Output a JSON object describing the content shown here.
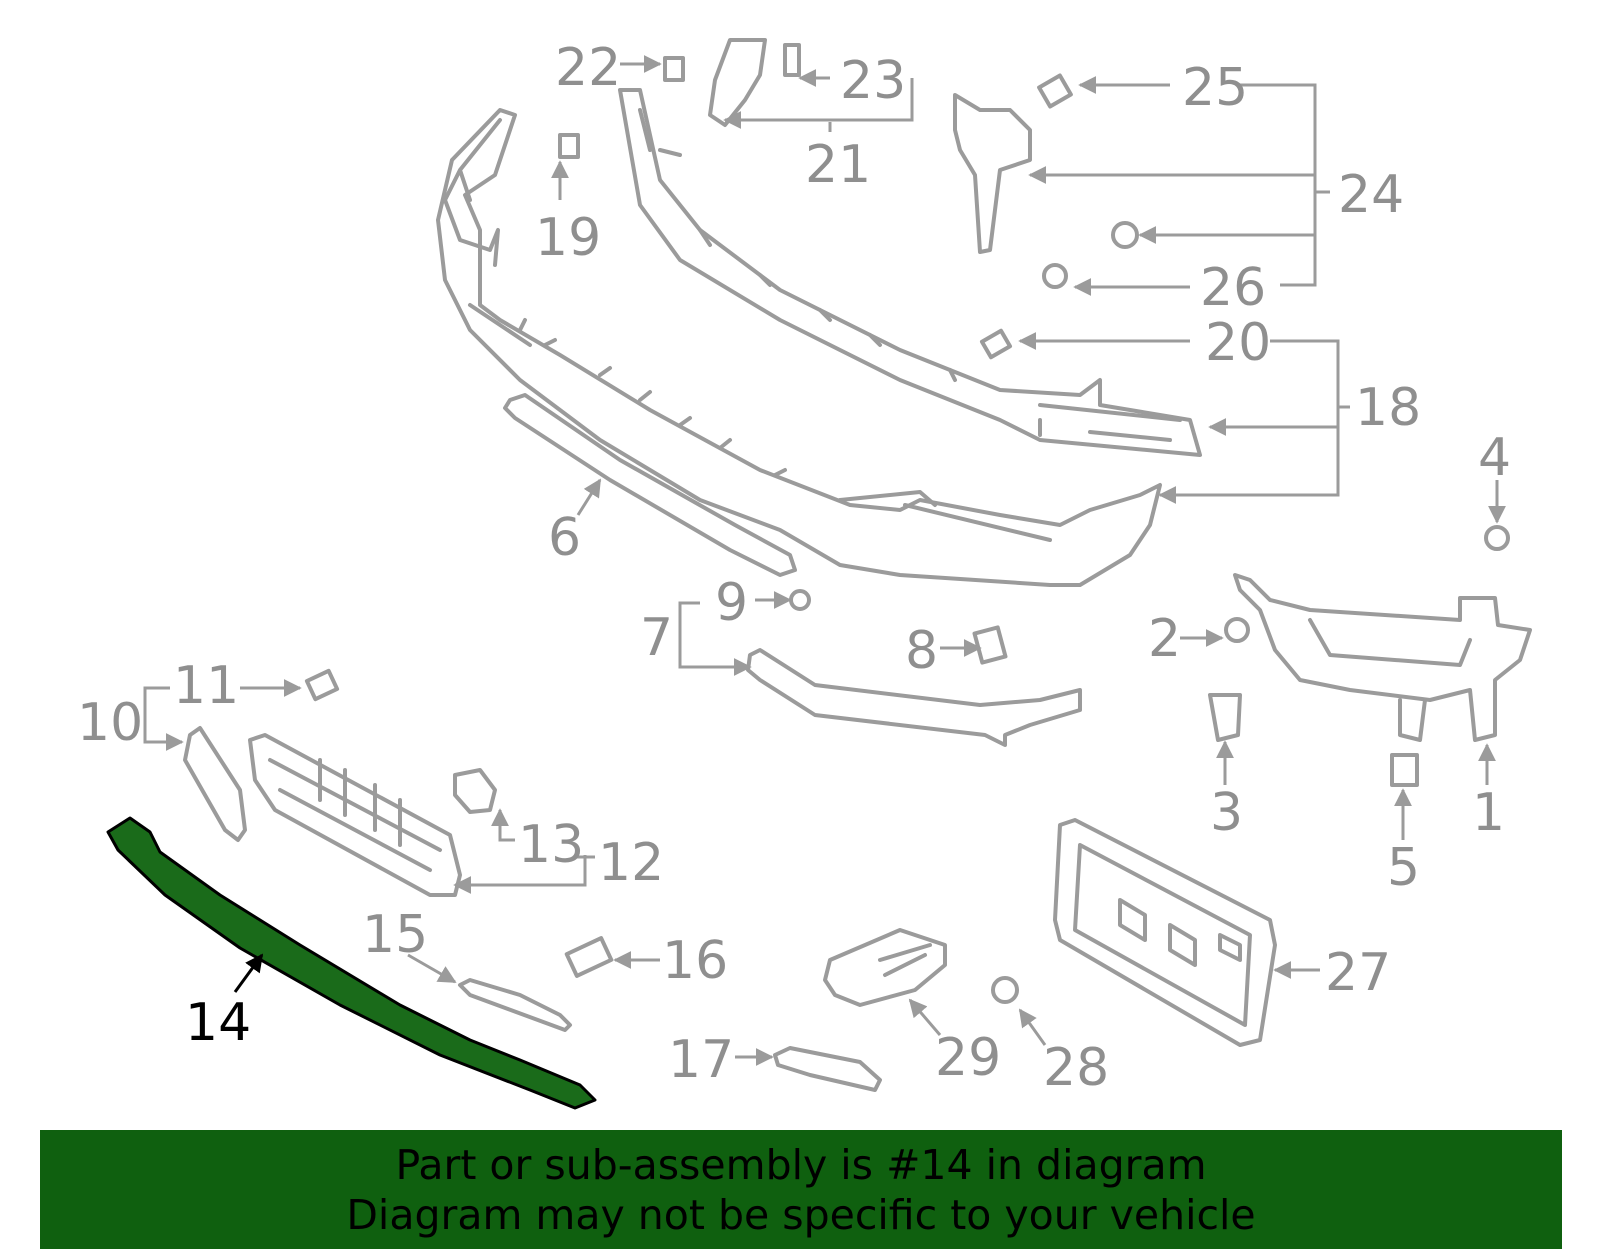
{
  "diagram": {
    "callouts": {
      "1": "1",
      "2": "2",
      "3": "3",
      "4": "4",
      "5": "5",
      "6": "6",
      "7": "7",
      "8": "8",
      "9": "9",
      "10": "10",
      "11": "11",
      "12": "12",
      "13": "13",
      "14": "14",
      "15": "15",
      "16": "16",
      "17": "17",
      "18": "18",
      "19": "19",
      "20": "20",
      "21": "21",
      "22": "22",
      "23": "23",
      "24": "24",
      "25": "25",
      "26": "26",
      "27": "27",
      "28": "28",
      "29": "29"
    },
    "selected_part": "14",
    "colors": {
      "part_line": "#9b9b9b",
      "label": "#8f8f8f",
      "highlight": "#1a6b1a",
      "banner": "#0f600f"
    }
  },
  "banner": {
    "line1": "Part or sub-assembly is #14 in diagram",
    "line2": "Diagram may not be specific to your vehicle"
  }
}
